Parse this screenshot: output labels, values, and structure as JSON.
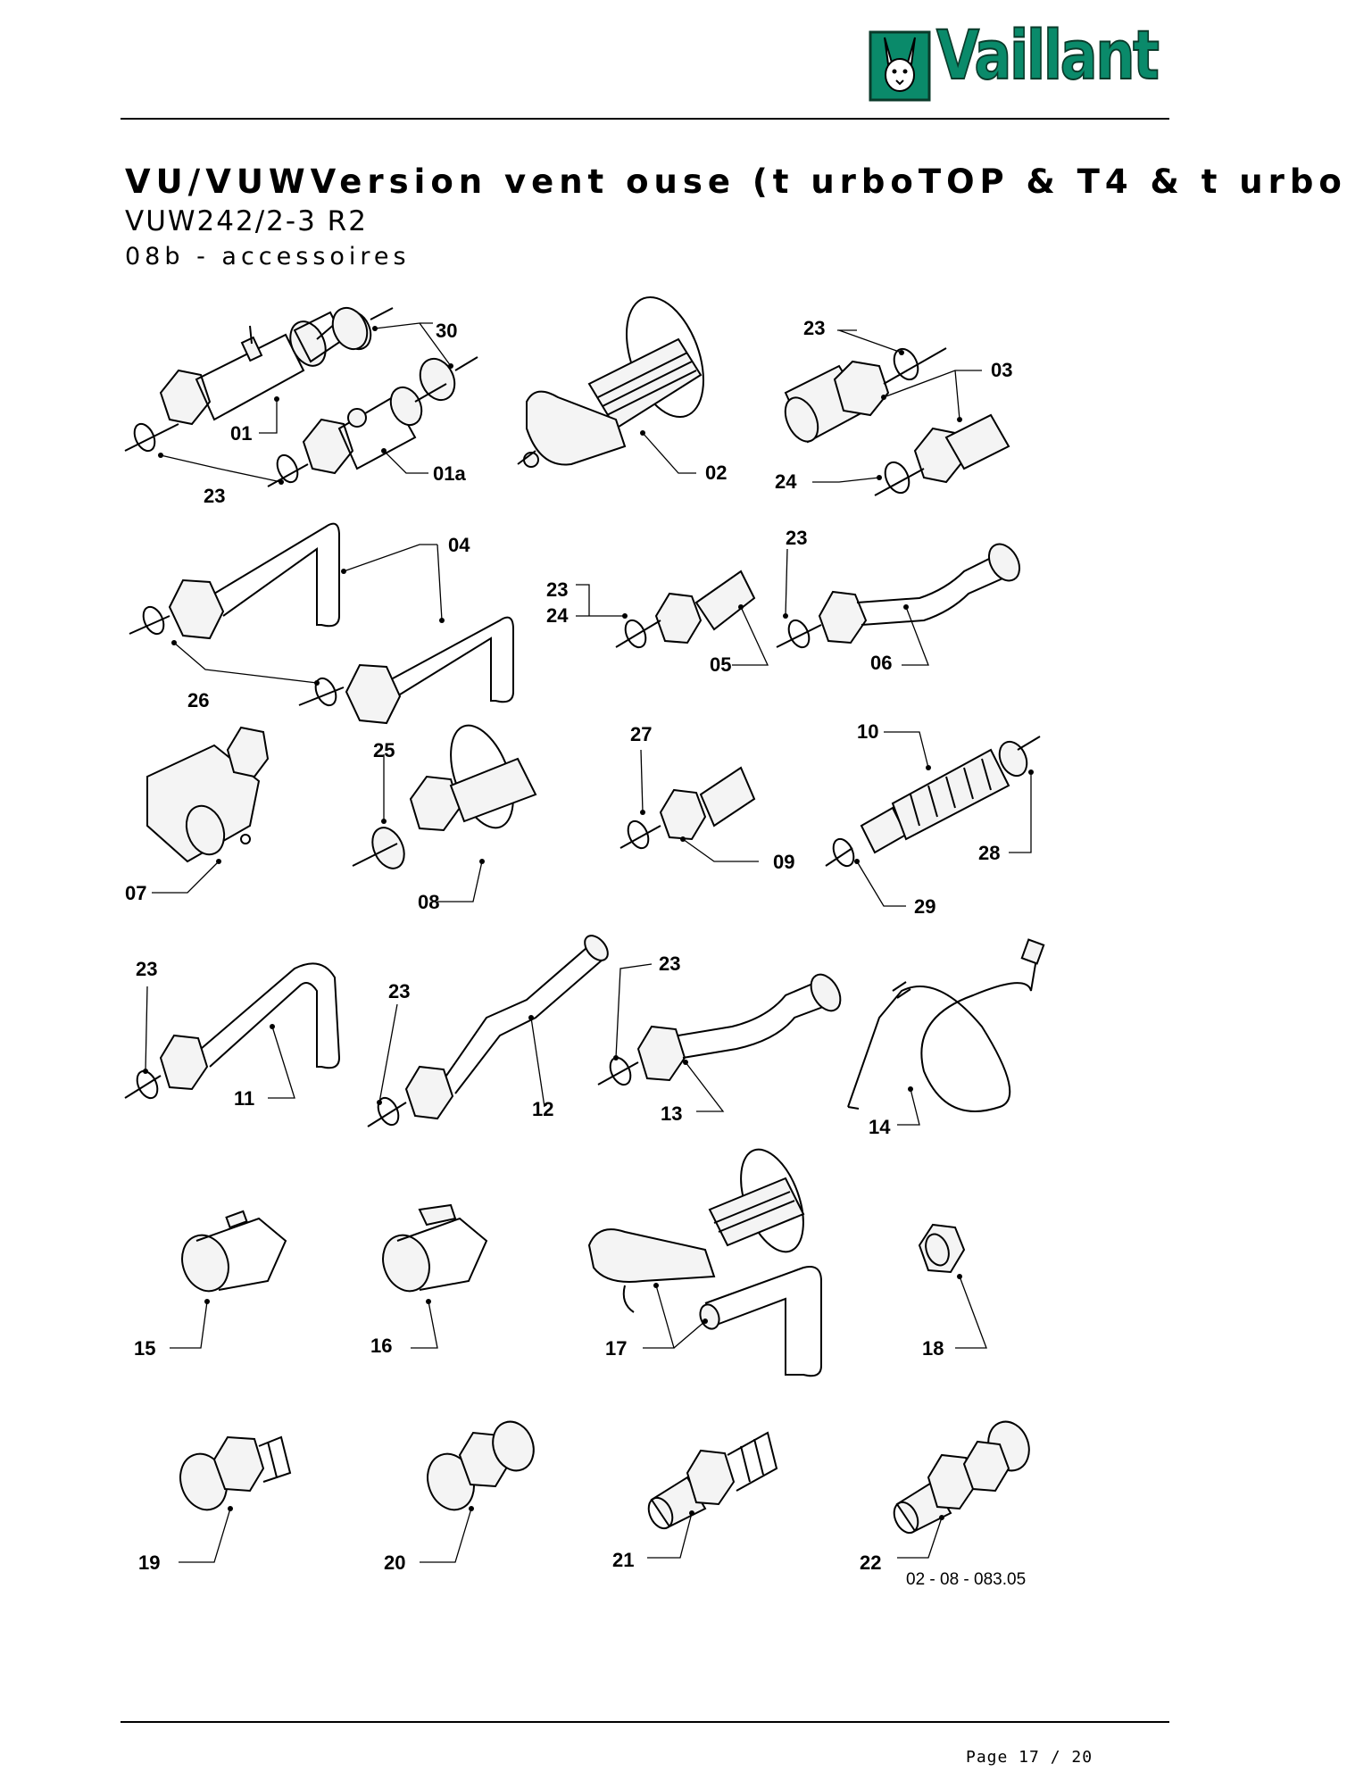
{
  "header": {
    "brand": "Vaillant",
    "logo_icon": "hare-logo-icon",
    "title": "VU/VUWVersion vent ouse (t urboTOP & T4 & t urbo",
    "model": "VUW242/2-3 R2",
    "section": "08b - accessoires"
  },
  "diagram": {
    "reference": "02 - 08 - 083.05",
    "labels": [
      "30",
      "01",
      "01a",
      "23",
      "02",
      "23",
      "03",
      "24",
      "04",
      "23",
      "24",
      "05",
      "23",
      "06",
      "26",
      "25",
      "27",
      "10",
      "07",
      "08",
      "09",
      "28",
      "29",
      "23",
      "23",
      "23",
      "11",
      "12",
      "13",
      "14",
      "15",
      "16",
      "17",
      "18",
      "19",
      "20",
      "21",
      "22"
    ]
  },
  "footer": {
    "page": "Page 17 / 20"
  },
  "colors": {
    "brand_green": "#0a8a6a",
    "ink": "#000000"
  }
}
